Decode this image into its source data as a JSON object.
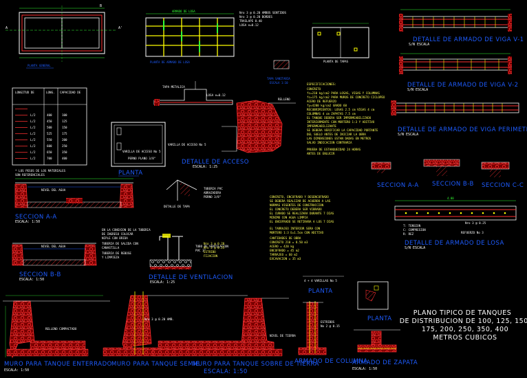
{
  "drawing": {
    "title_lines": [
      "PLANO TIPICO DE TANQUES",
      "DE DISTRIBUCION DE 100, 125, 150,",
      "175, 200, 250, 350, 400",
      "METROS CUBICOS"
    ],
    "labels": {
      "vga_v1": "DETALLE DE ARMADO DE VIGA V-1",
      "vga_v2": "DETALLE DE ARMADO DE VIGA V-2",
      "vga_perim": "DETALLE DE ARMADO DE VIGA PERIMETRAL",
      "acceso": "DETALLE DE ACCESO",
      "planta": "PLANTA",
      "seccion_aa": "SECCION A-A",
      "seccion_bb": "SECCION B-B",
      "ventilacion": "DETALLE DE VENTILACION",
      "losa": "DETALLE DE ARMADO DE LOSA",
      "muro_ent": "MURO PARA TANQUE ENTERRADO",
      "muro_sem": "MURO PARA TANQUE SEMIE",
      "muro_sob": "MURO PARA TANQUE SOBRE DE TIERRA",
      "columna": "ARMADO DE COLUMNA",
      "zapata": "ARMADO DE ZAPATA",
      "planta_col": "PLANTA",
      "planta_small": "PLANTA",
      "escala_main": "ESCALA: 1:50",
      "seccion_a": "SECCION A-A",
      "seccion_b": "SECCION B-B",
      "seccion_c": "SECCION C-C"
    },
    "scales": {
      "s1": "S/N ESCALA",
      "s2": "S/N ESCALA",
      "s3": "S/N ESCALA",
      "s4": "ESCALA: 1:25",
      "s5": "ESCALA: 1:50",
      "s6": "ESCALA: 1:50",
      "s7": "ESCALA: 1:25",
      "s8": "S/N ESCALA",
      "s9": "ESCALA: 1:50",
      "s10": "ESCALA: 1:50"
    },
    "table": {
      "headers": [
        "LONGITUD DE",
        "LONG.",
        "CAPACIDAD DE"
      ],
      "rows": [
        [
          "",
          "",
          ""
        ],
        [
          "L/2",
          "400",
          "100"
        ],
        [
          "L/2",
          "450",
          "125"
        ],
        [
          "L/2",
          "500",
          "150"
        ],
        [
          "L/2",
          "525",
          "175"
        ],
        [
          "L/2",
          "550",
          "200"
        ],
        [
          "L/2",
          "600",
          "250"
        ],
        [
          "L/2",
          "650",
          "350"
        ],
        [
          "L/2",
          "700",
          "400"
        ]
      ]
    },
    "losa_legend": [
      "T: TENSION",
      "C: COMPRESION",
      "R: REZ"
    ],
    "losa_callout": "Nro 3 @ 0.25",
    "colors": {
      "background": "#000000",
      "title_blue": "#1e5cff",
      "rebar_red": "#ff2222",
      "rebar_yellow": "#ffff00",
      "dim_green": "#33ff33",
      "line_white": "#ffffff",
      "concrete_red": "#cc1111",
      "cyan": "#00ffff",
      "magenta": "#ff44ff"
    }
  }
}
